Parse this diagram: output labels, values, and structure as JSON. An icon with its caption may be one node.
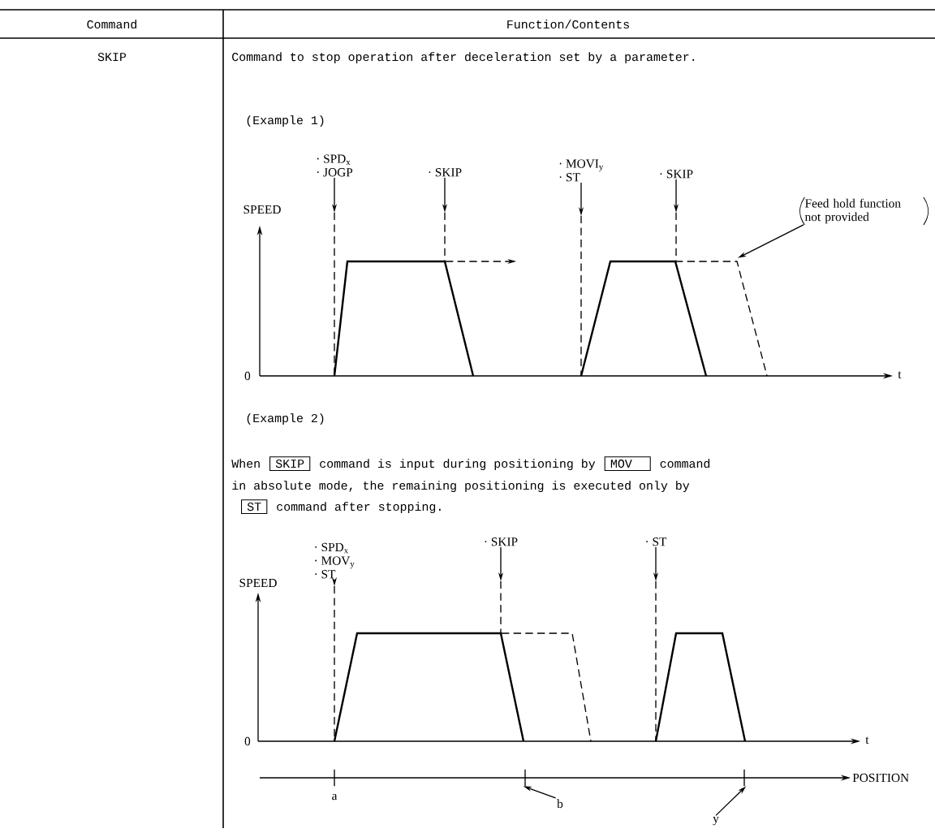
{
  "diagram": {
    "nodes": [
      {
        "text": [
          "· SPD$_{x}$",
          "· JOGP"
        ]
      },
      {
        "text": [
          "· SKIP"
        ]
      },
      {
        "text": [
          "· MOVI$_{y}$",
          "· ST"
        ]
      },
      {
        "text": [
          "· SKIP"
        ]
      },
      {
        "text": [
          "Feed hold function not provided"
        ]
      },
      {
        "text": [
          "SKIP"
        ]
      },
      {
        "text": [
          "MOV"
        ]
      },
      {
        "text": [
          "ST"
        ]
      },
      {
        "text": [
          "· SPD$_{x}$",
          "· MOV$_{y}$",
          "· ST"
        ]
      },
      {
        "text": [
          "· SKIP"
        ]
      },
      {
        "text": [
          "· ST"
        ]
      },
      {
        "text": [
          "b"
        ]
      },
      {
        "text": [
          "y"
        ]
      },
      {
        "text": [],
        "shape": "line"
      },
      {
        "text": [],
        "shape": "line"
      },
      {
        "text": [],
        "shape": "line"
      },
      {
        "text": [],
        "shape": "line"
      },
      {
        "text": [],
        "shape": "line"
      },
      {
        "text": [],
        "shape": "line"
      },
      {
        "text": [],
        "shape": "line"
      },
      {
        "text": [],
        "shape": "tick",
        "beside": [
          "a"
        ]
      },
      {
        "text": [],
        "shape": "tick"
      },
      {
        "text": [],
        "shape": "tick"
      },
      {
        "text": [],
        "shape": "line"
      }
    ],
    "edges": [
      {
        "from": 0,
        "to": 13,
        "arrow": "to"
      },
      {
        "from": 1,
        "to": 14,
        "arrow": "to"
      },
      {
        "from": 2,
        "to": 15,
        "arrow": "to"
      },
      {
        "from": 3,
        "to": 16,
        "arrow": "to"
      },
      {
        "from": 4,
        "to": 23,
        "arrow": "to"
      },
      {
        "from": 8,
        "to": 17,
        "arrow": "to"
      },
      {
        "from": 9,
        "to": 18,
        "arrow": "to"
      },
      {
        "from": 10,
        "to": 19,
        "arrow": "to"
      },
      {
        "from": 11,
        "to": 21,
        "arrow": "to"
      },
      {
        "from": 12,
        "to": 22,
        "arrow": "to"
      }
    ],
    "labels": [
      "Command",
      "Function/Contents",
      "SKIP",
      "Command to stop operation after deceleration set by a parameter.",
      "(Example 1)",
      "SPEED",
      "0",
      "t",
      "(Example 2)",
      "When",
      "command is input during positioning by",
      "command",
      "in absolute mode, the remaining positioning is executed only by",
      "command after stopping.",
      "SPEED",
      "0",
      "t",
      "POSITION"
    ]
  }
}
